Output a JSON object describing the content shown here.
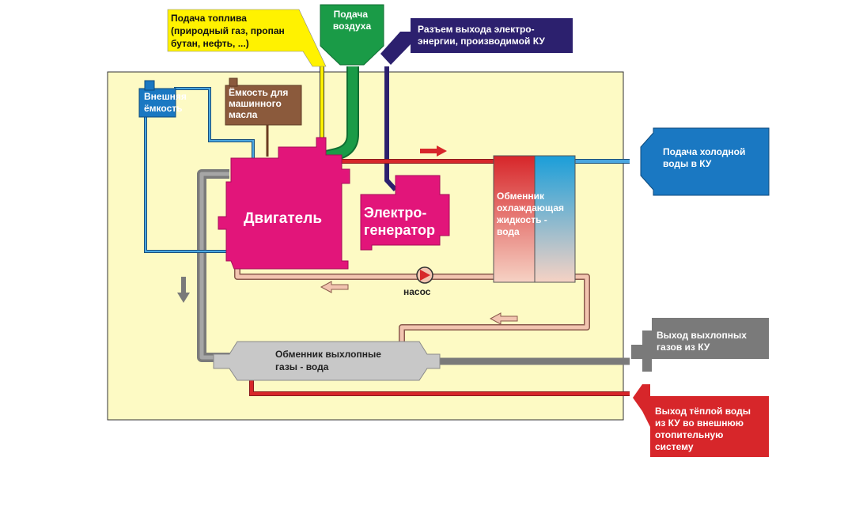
{
  "colors": {
    "plant_bg": "#fdfac4",
    "fuel": "#fff200",
    "air": "#1a9b47",
    "power": "#2c206e",
    "tank_blue": "#1a78c2",
    "oil_brown": "#8b5a3c",
    "engine": "#e2157a",
    "hot": "#d7262a",
    "cold": "#1e7fc4",
    "coolant": "#f2c4b0",
    "exhaust": "#7a7a7a",
    "exchanger_gray": "#c8c8c8"
  },
  "fuel_supply": {
    "lines": [
      "Подача топлива",
      "(природный газ, пропан",
      "бутан, нефть, ...)"
    ]
  },
  "air_supply": {
    "lines": [
      "Подача",
      "воздуха"
    ]
  },
  "power_output": {
    "lines": [
      "Разъем выхода электро-",
      "энергии, производимой КУ"
    ]
  },
  "external_tank": {
    "lines": [
      "Внешняя",
      "ёмкость"
    ]
  },
  "oil_tank": {
    "lines": [
      "Ёмкость для",
      "машинного",
      "масла"
    ]
  },
  "engine": {
    "label": "Двигатель"
  },
  "generator": {
    "lines": [
      "Электро-",
      "генератор"
    ]
  },
  "coolant_exchanger": {
    "lines": [
      "Обменник",
      "охлаждающая",
      "жидкость -",
      " вода"
    ]
  },
  "pump": {
    "label": "насос"
  },
  "exhaust_exchanger": {
    "lines": [
      "Обменник выхлопные",
      "газы - вода"
    ]
  },
  "cold_water_in": {
    "lines": [
      "Подача холодной",
      "воды в КУ"
    ]
  },
  "exhaust_out": {
    "lines": [
      "Выход выхлопных",
      "газов из КУ"
    ]
  },
  "warm_water_out": {
    "lines": [
      "Выход тёплой воды",
      "из КУ во внешнюю",
      "отопительную",
      "систему"
    ]
  }
}
